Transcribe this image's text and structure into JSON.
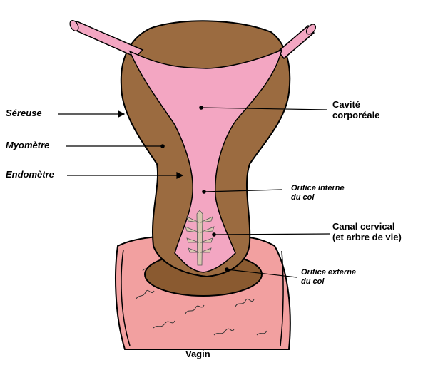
{
  "labels": {
    "sereuse": "Séreuse",
    "myometre": "Myomètre",
    "endometre": "Endomètre",
    "cavite_line1": "Cavité",
    "cavite_line2": "corporéale",
    "orifice_interne_line1": "Orifice interne",
    "orifice_interne_line2": "du col",
    "canal_line1": "Canal cervical",
    "canal_line2": "(et arbre de vie)",
    "orifice_externe_line1": "Orifice externe",
    "orifice_externe_line2": "du col",
    "vagin": "Vagin"
  },
  "colors": {
    "myometrium": "#9b6b40",
    "cavity": "#f3a6c2",
    "vagina": "#f2a0a0",
    "outline": "#000000",
    "cervix_shadow": "#8a5a30",
    "arbor": "#d9c7b0"
  }
}
